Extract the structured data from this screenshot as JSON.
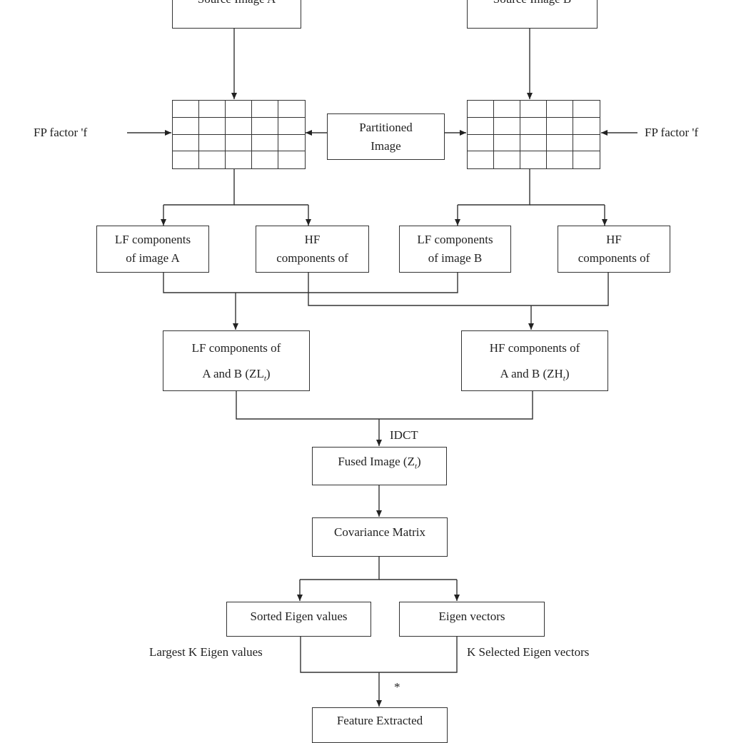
{
  "source_a": "Source Image A",
  "source_b": "Source Image B",
  "fp_factor_left": "FP factor  'f",
  "fp_factor_right": "FP factor  'f",
  "partitioned_image": [
    "Partitioned",
    "Image"
  ],
  "lf_a": [
    "LF components",
    "of image A"
  ],
  "hf_a": [
    "HF",
    "components of"
  ],
  "lf_b": [
    "LF components",
    "of image B"
  ],
  "hf_b": [
    "HF",
    "components of"
  ],
  "lf_ab": [
    "LF components of",
    "A and B (ZL",
    ")"
  ],
  "hf_ab": [
    "HF components of",
    "A and B (ZH",
    ")"
  ],
  "subscript": "t",
  "idct": "IDCT",
  "fused": [
    "Fused Image (Z",
    ")"
  ],
  "covariance": "Covariance Matrix",
  "sorted_eigen": "Sorted Eigen values",
  "eigen_vectors": "Eigen vectors",
  "largest_k": "Largest K Eigen values",
  "k_selected": "K Selected Eigen vectors",
  "star": "*",
  "feature": "Feature Extracted"
}
